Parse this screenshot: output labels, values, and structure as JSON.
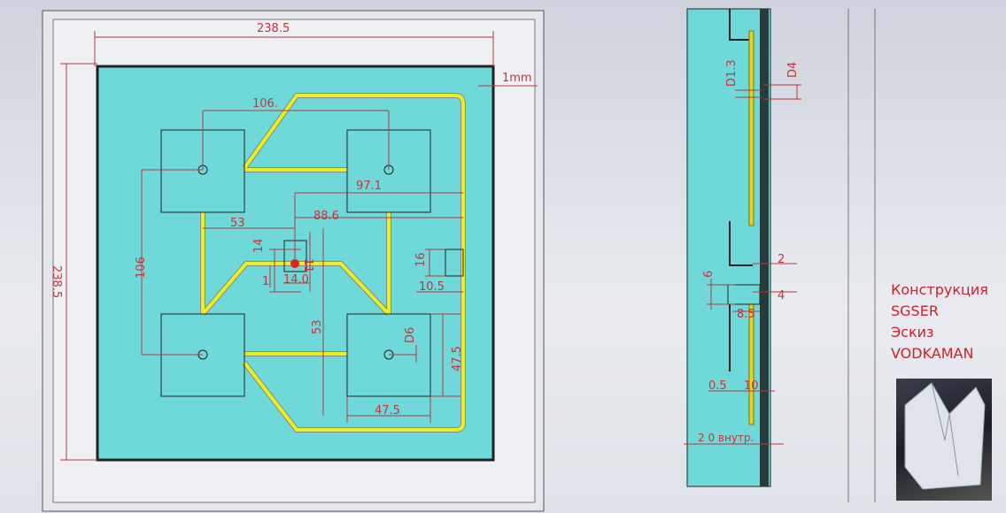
{
  "front_view": {
    "dims": {
      "overall_width": "238.5",
      "overall_height": "238.5",
      "gap": "1mm",
      "spacing_top": "106.",
      "d97": "97.1",
      "d53_h": "53",
      "d88": "88.6",
      "d106_v": "106",
      "d14": "14",
      "d11": "11",
      "d1": "1",
      "d14_0": "14.0",
      "d16": "16",
      "d10_5": "10.5",
      "d53_v": "53",
      "dD6": "D6",
      "d47_5_v": "47.5",
      "d47_5_h": "47.5"
    }
  },
  "side_view": {
    "dims": {
      "dD1_3": "D1.3",
      "dD4": "D4",
      "d2": "2",
      "d6": "6",
      "d4": "4",
      "d8_5": "8.5",
      "d0_5": "0.5",
      "d10": "10",
      "d20": "2 0 внутр."
    }
  },
  "notes": [
    "Конструкция",
    "SGSER",
    "Эскиз",
    "VODKAMAN"
  ],
  "colors": {
    "plate": "#6fd9d9",
    "wire": "#e8f020",
    "dimension": "#c8323c"
  }
}
